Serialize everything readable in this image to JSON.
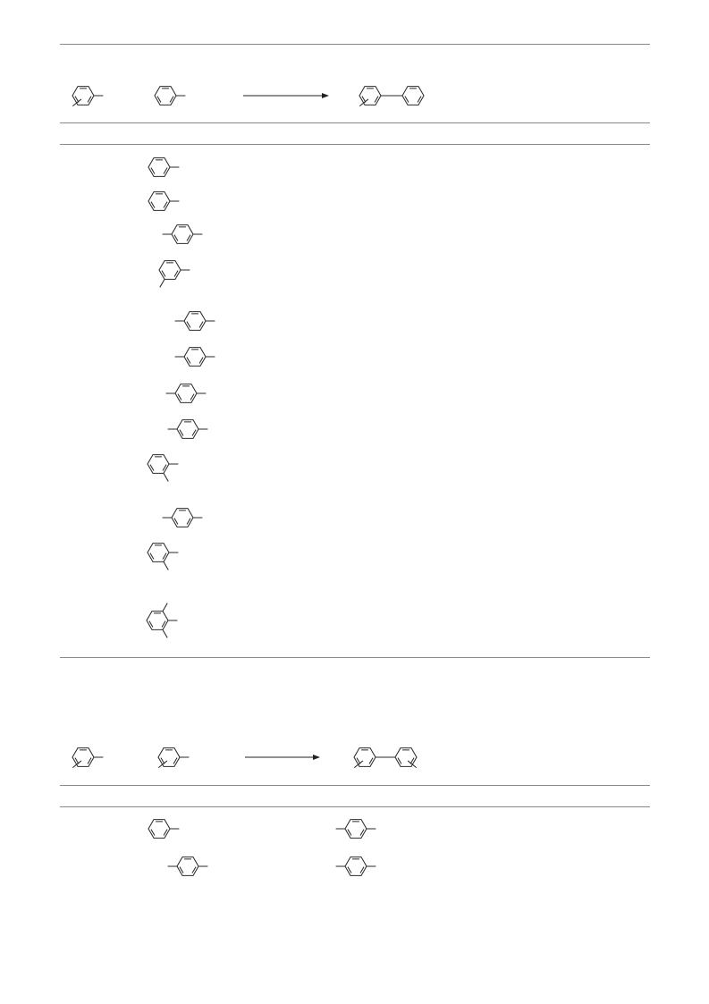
{
  "page": {
    "section_1": {
      "scheme": {
        "reactant_1": {
          "structure": "substituted-phenyl-methyl"
        },
        "reactant_2": {
          "structure": "tolyl"
        },
        "arrow": {
          "structure": "reaction-arrow"
        },
        "product": {
          "structure": "substituted-biphenyl"
        }
      },
      "table_rows": [
        {
          "structure": "tolyl"
        },
        {
          "structure": "tolyl"
        },
        {
          "structure": "p-xylene"
        },
        {
          "structure": "m-xylene"
        },
        {
          "structure": "p-xylene"
        },
        {
          "structure": "p-xylene"
        },
        {
          "structure": "p-xylene"
        },
        {
          "structure": "p-xylene"
        },
        {
          "structure": "o-xylene"
        },
        {
          "structure": "p-xylene"
        },
        {
          "structure": "o-xylene"
        },
        {
          "structure": "hemimellitene"
        }
      ]
    },
    "section_2": {
      "scheme": {
        "reactant_1": {
          "structure": "substituted-phenyl-methyl"
        },
        "reactant_2": {
          "structure": "substituted-phenyl-methyl"
        },
        "arrow": {
          "structure": "reaction-arrow"
        },
        "product": {
          "structure": "disubstituted-biphenyl"
        }
      },
      "table_rows": [
        {
          "col_a": "tolyl",
          "col_b": "p-xylene"
        },
        {
          "col_a": "p-xylene",
          "col_b": "p-xylene"
        }
      ]
    }
  }
}
